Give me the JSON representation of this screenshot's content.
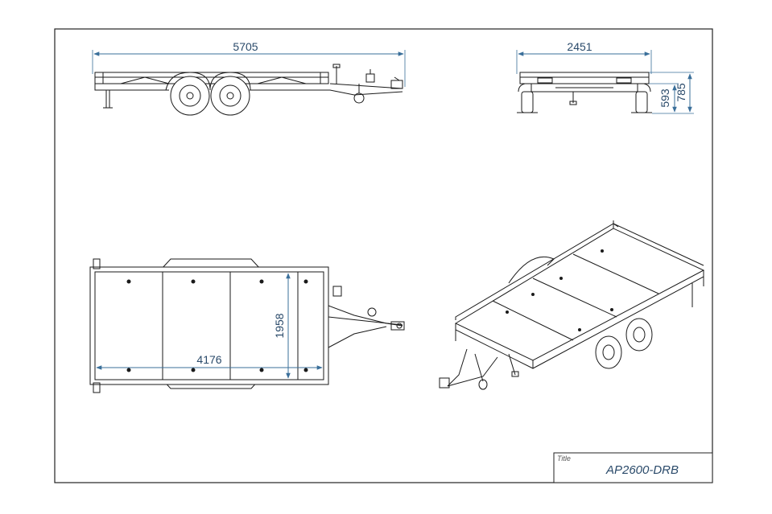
{
  "dimensions": {
    "side_length": "5705",
    "rear_width": "2451",
    "rear_height_deck": "593",
    "rear_height_total": "785",
    "top_deck_length": "4176",
    "top_deck_width": "1958"
  },
  "title_block": {
    "label": "Title",
    "value": "AP2600-DRB"
  },
  "colors": {
    "line": "#1a1a1a",
    "dimension": "#3a6f9a",
    "dim_text": "#2a4a6a"
  }
}
